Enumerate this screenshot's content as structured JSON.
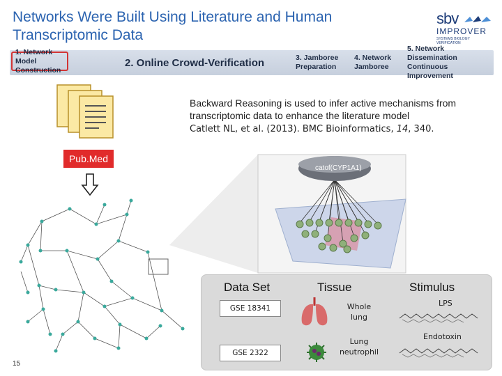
{
  "title": "Networks Were Built Using Literature and Human Transcriptomic Data",
  "logo": {
    "main": "sbv",
    "sub": "IMPROVER",
    "tagline": "SYSTEMS BIOLOGY VERIFICATION"
  },
  "steps": [
    "1. Network Model Construction",
    "2. Online Crowd-Verification",
    "3. Jamboree Preparation",
    "4. Network Jamboree",
    "5. Network Dissemination Continuous Improvement"
  ],
  "description": "Backward Reasoning is used to infer active mechanisms from transcriptomic data to enhance the literature model",
  "citation": {
    "authors": "Catlett NL, et al. (2013). BMC Bioinformatics, ",
    "volume": "14",
    "pages": ", 340."
  },
  "pubmed_label": "Pub.Med",
  "cylinder_label": "catof(CYP1A1)",
  "table": {
    "headers": [
      "Data Set",
      "Tissue",
      "Stimulus"
    ],
    "rows": [
      {
        "dataset": "GSE 18341",
        "tissue": "Whole lung",
        "stimulus": "LPS"
      },
      {
        "dataset": "GSE 2322",
        "tissue": "Lung neutrophil",
        "stimulus": "Endotoxin"
      }
    ]
  },
  "page_number": "15",
  "colors": {
    "title": "#2b63b0",
    "accent_red": "#e12b2b",
    "node_green": "#8fb07a"
  },
  "icons": [
    "document-stack-icon",
    "down-arrow-icon",
    "lung-icon",
    "neutrophil-icon",
    "molecule-icon"
  ]
}
